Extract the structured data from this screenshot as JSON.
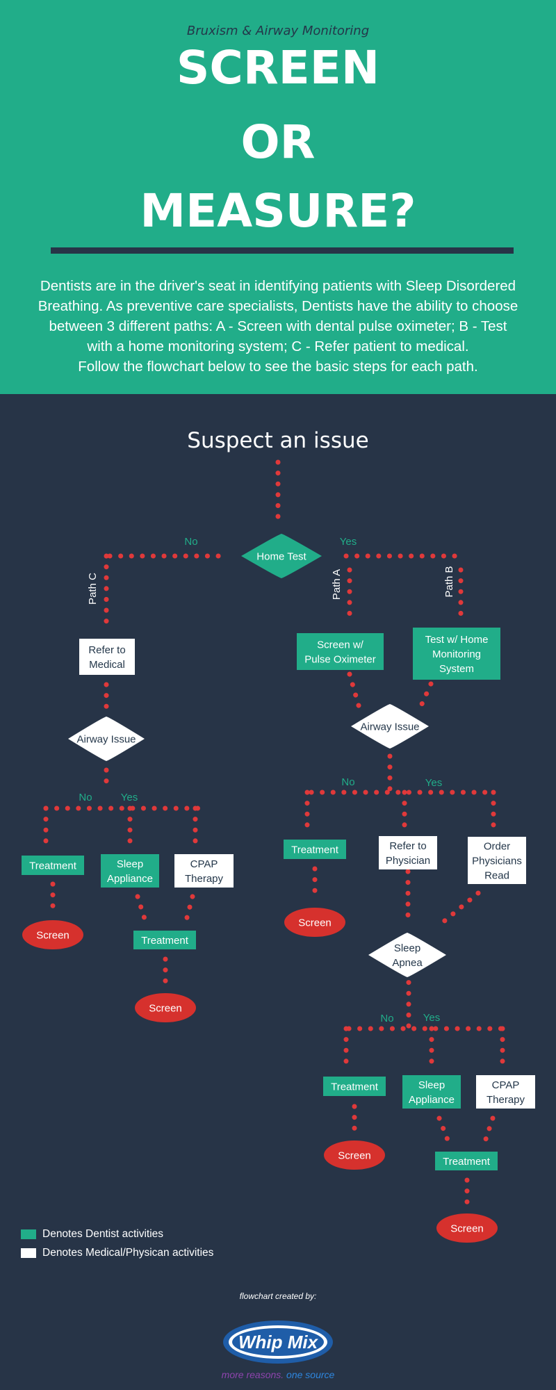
{
  "header": {
    "subtitle": "Bruxism & Airway Monitoring",
    "title_lines": [
      "SCREEN",
      "OR",
      "MEASURE?"
    ],
    "intro_lines": [
      "Dentists are in the driver's seat in identifying patients with Sleep Disordered",
      "Breathing. As preventive care specialists, Dentists have the ability to choose",
      "between 3 different paths: A - Screen with dental pulse oximeter; B - Test",
      "with a home monitoring system; C - Refer patient to medical.",
      "Follow the flowchart below to see the basic steps for each path."
    ]
  },
  "colors": {
    "header_bg": "#21ad89",
    "body_bg": "#273447",
    "dentist": "#21ad89",
    "medical": "#ffffff",
    "screen": "#d6312d",
    "connector": "#e0393a",
    "yes_no_label": "#21ad89"
  },
  "flowchart": {
    "heading": "Suspect an issue",
    "nodes": [
      {
        "id": "home_test",
        "shape": "diamond",
        "actor": "dentist",
        "lines": [
          "Home Test"
        ]
      },
      {
        "id": "refer_medical",
        "shape": "box",
        "actor": "medical",
        "lines": [
          "Refer to",
          "Medical"
        ]
      },
      {
        "id": "screen_oximeter",
        "shape": "box",
        "actor": "dentist",
        "lines": [
          "Screen w/",
          "Pulse Oximeter"
        ]
      },
      {
        "id": "test_home",
        "shape": "box",
        "actor": "dentist",
        "lines": [
          "Test w/ Home",
          "Monitoring",
          "System"
        ]
      },
      {
        "id": "airway_issue_left",
        "shape": "diamond",
        "actor": "medical",
        "lines": [
          "Airway Issue"
        ]
      },
      {
        "id": "airway_issue_right",
        "shape": "diamond",
        "actor": "medical",
        "lines": [
          "Airway Issue"
        ]
      },
      {
        "id": "treatment_c1",
        "shape": "box",
        "actor": "dentist",
        "lines": [
          "Treatment"
        ]
      },
      {
        "id": "sleep_appliance_c",
        "shape": "box",
        "actor": "dentist",
        "lines": [
          "Sleep",
          "Appliance"
        ]
      },
      {
        "id": "cpap_c",
        "shape": "box",
        "actor": "medical",
        "lines": [
          "CPAP",
          "Therapy"
        ]
      },
      {
        "id": "screen_c1",
        "shape": "oval",
        "actor": "screen",
        "lines": [
          "Screen"
        ]
      },
      {
        "id": "treatment_c2",
        "shape": "box",
        "actor": "dentist",
        "lines": [
          "Treatment"
        ]
      },
      {
        "id": "screen_c2",
        "shape": "oval",
        "actor": "screen",
        "lines": [
          "Screen"
        ]
      },
      {
        "id": "treatment_r1",
        "shape": "box",
        "actor": "dentist",
        "lines": [
          "Treatment"
        ]
      },
      {
        "id": "refer_physician",
        "shape": "box",
        "actor": "medical",
        "lines": [
          "Refer to",
          "Physician"
        ]
      },
      {
        "id": "order_read",
        "shape": "box",
        "actor": "medical",
        "lines": [
          "Order",
          "Physicians",
          "Read"
        ]
      },
      {
        "id": "screen_r1",
        "shape": "oval",
        "actor": "screen",
        "lines": [
          "Screen"
        ]
      },
      {
        "id": "sleep_apnea",
        "shape": "diamond",
        "actor": "medical",
        "lines": [
          "Sleep",
          "Apnea"
        ]
      },
      {
        "id": "treatment_s1",
        "shape": "box",
        "actor": "dentist",
        "lines": [
          "Treatment"
        ]
      },
      {
        "id": "sleep_appliance_s",
        "shape": "box",
        "actor": "dentist",
        "lines": [
          "Sleep",
          "Appliance"
        ]
      },
      {
        "id": "cpap_s",
        "shape": "box",
        "actor": "medical",
        "lines": [
          "CPAP",
          "Therapy"
        ]
      },
      {
        "id": "screen_s1",
        "shape": "oval",
        "actor": "screen",
        "lines": [
          "Screen"
        ]
      },
      {
        "id": "treatment_s2",
        "shape": "box",
        "actor": "dentist",
        "lines": [
          "Treatment"
        ]
      },
      {
        "id": "screen_s2",
        "shape": "oval",
        "actor": "screen",
        "lines": [
          "Screen"
        ]
      }
    ],
    "labels": [
      {
        "id": "no_home",
        "text": "No"
      },
      {
        "id": "yes_home",
        "text": "Yes"
      },
      {
        "id": "path_c",
        "text": "Path C"
      },
      {
        "id": "path_a",
        "text": "Path A"
      },
      {
        "id": "path_b",
        "text": "Path B"
      },
      {
        "id": "no_airway_left",
        "text": "No"
      },
      {
        "id": "yes_airway_left",
        "text": "Yes"
      },
      {
        "id": "no_airway_right",
        "text": "No"
      },
      {
        "id": "yes_airway_right",
        "text": "Yes"
      },
      {
        "id": "no_apnea",
        "text": "No"
      },
      {
        "id": "yes_apnea",
        "text": "Yes"
      }
    ]
  },
  "legend": {
    "dentist_label": "Denotes Dentist activities",
    "medical_label": "Denotes Medical/Physican activities"
  },
  "footer": {
    "credit": "flowchart created by:",
    "logo_text": "Whip Mix",
    "tagline_part1": "more reasons.",
    "tagline_part2": "one source",
    "logo_color": "#1f5da8",
    "tagline_color1": "#8e44ad",
    "tagline_color2": "#2e86de"
  }
}
